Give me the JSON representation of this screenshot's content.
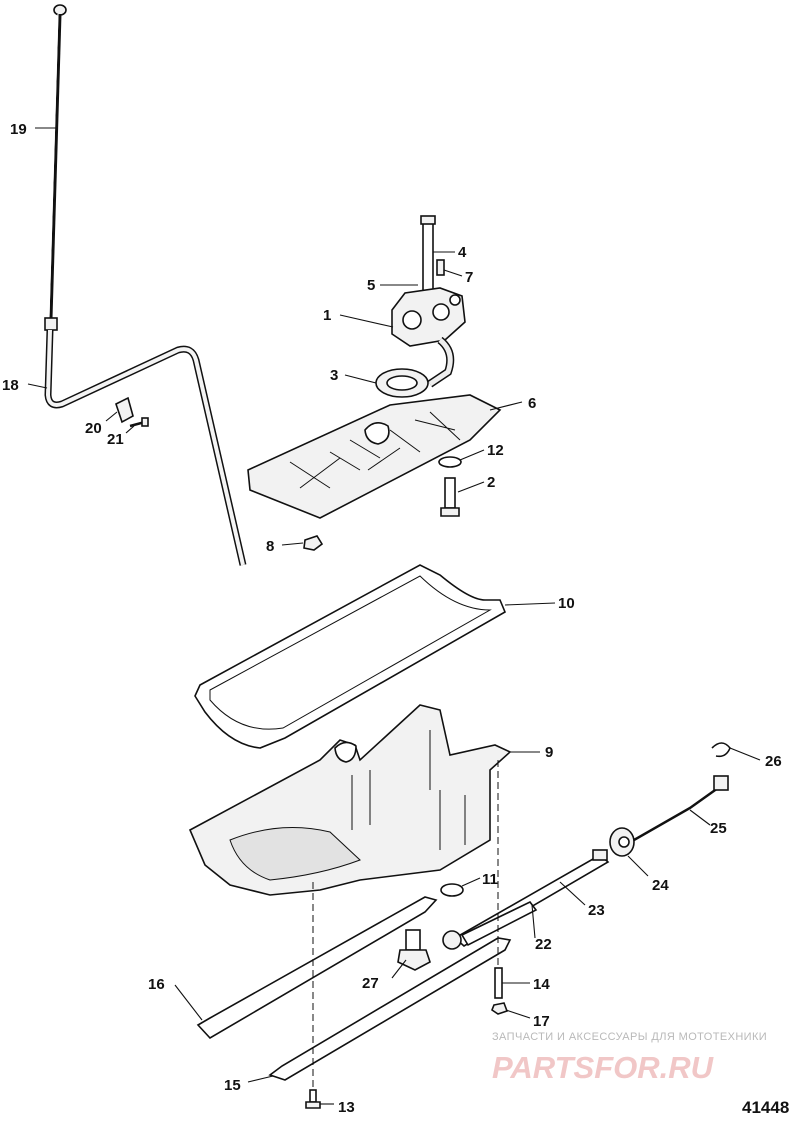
{
  "callouts": {
    "c1": "1",
    "c2": "2",
    "c3": "3",
    "c4": "4",
    "c5": "5",
    "c6": "6",
    "c7": "7",
    "c8": "8",
    "c9": "9",
    "c10": "10",
    "c11": "11",
    "c12": "12",
    "c13": "13",
    "c14": "14",
    "c15": "15",
    "c16": "16",
    "c17": "17",
    "c18": "18",
    "c19": "19",
    "c20": "20",
    "c21": "21",
    "c22": "22",
    "c23": "23",
    "c24": "24",
    "c25": "25",
    "c26": "26",
    "c27": "27"
  },
  "watermark": {
    "tagline": "ЗАПЧАСТИ И АКСЕССУАРЫ ДЛЯ МОТОТЕХНИКИ",
    "brand": "PARTSFOR.RU"
  },
  "figure_id": "41448"
}
